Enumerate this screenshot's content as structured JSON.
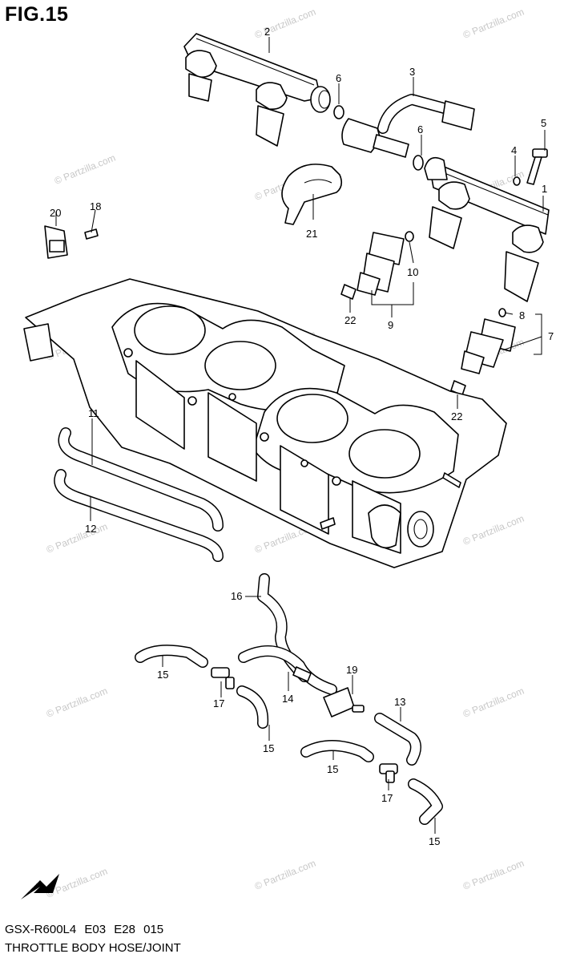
{
  "figure": {
    "title": "FIG.15",
    "model_code": "GSX-R600L4  E03  E28  015",
    "name": "THROTTLE BODY HOSE/JOINT"
  },
  "watermark": {
    "text": "© Partzilla.com",
    "color": "#c8c8c8"
  },
  "direction_marker": {
    "label": "FWD"
  },
  "callouts": [
    "1",
    "2",
    "3",
    "4",
    "5",
    "6",
    "6",
    "7",
    "8",
    "9",
    "10",
    "11",
    "12",
    "13",
    "14",
    "15",
    "15",
    "15",
    "15",
    "16",
    "17",
    "17",
    "18",
    "19",
    "20",
    "21",
    "22",
    "22"
  ]
}
